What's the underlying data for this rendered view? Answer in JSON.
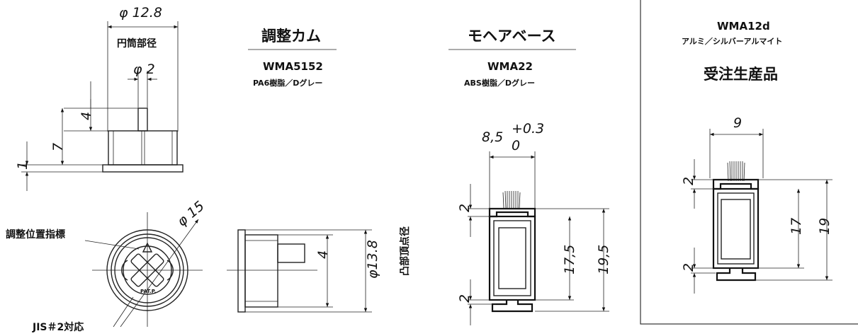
{
  "cam_top": {
    "dim_diameter": "φ 12.8",
    "label_cylinder": "円筒部径",
    "dim_pin_diameter": "φ 2",
    "dim_pin_height": "4",
    "dim_body_height": "7",
    "dim_flange": "1"
  },
  "cam_front": {
    "dim_diameter": "φ 15",
    "label_indicator": "調整位置指標",
    "label_jis": "JIS＃2対応",
    "pat_text": "PAT.P."
  },
  "cam_side": {
    "dim_pin": "4",
    "dim_diameter": "φ13.8",
    "label_vertex": "凸部頂点径"
  },
  "cam_info": {
    "title": "調整カム",
    "model": "WMA5152",
    "material": "PA6樹脂／Dグレー"
  },
  "mohair_info": {
    "title": "モヘアベース",
    "model": "WMA22",
    "material": "ABS樹脂／Dグレー"
  },
  "mohair_dims": {
    "width": "8,5",
    "tol_plus": "+0.3",
    "tol_zero": "0",
    "top": "2",
    "bottom": "2",
    "inner": "17,5",
    "outer": "19,5"
  },
  "wma12_info": {
    "model": "WMA12d",
    "material": "アルミ／シルバーアルマイト",
    "note": "受注生産品"
  },
  "wma12_dims": {
    "width": "9",
    "top": "2",
    "bottom": "2",
    "inner": "17",
    "outer": "19"
  }
}
